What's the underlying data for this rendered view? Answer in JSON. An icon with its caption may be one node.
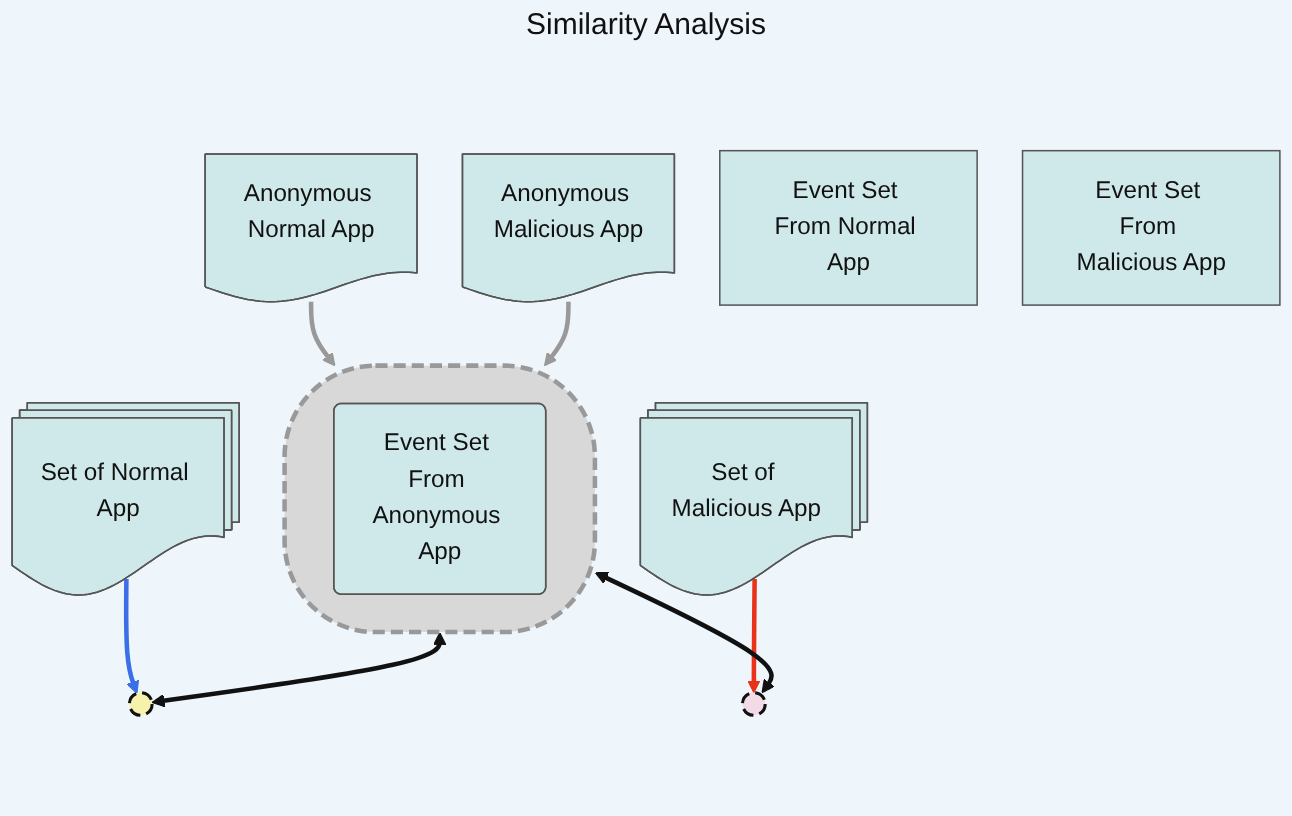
{
  "diagram": {
    "nodes": [
      {
        "text": [
          "Anonymous Normal App"
        ]
      },
      {
        "text": [],
        "shape": "ellipse"
      },
      {
        "text": [
          "Event Set From Anonymous App"
        ],
        "in": 1
      },
      {
        "text": [
          "Anonymous Malicious App"
        ]
      },
      {
        "text": [],
        "shape": "ellipse"
      },
      {
        "text": [
          "Event Set From Normal App"
        ]
      },
      {
        "text": [],
        "shape": "ellipse"
      },
      {
        "text": [
          "Event Set From Malicious App"
        ]
      },
      {
        "text": [
          "Set of Normal App"
        ]
      },
      {
        "text": [
          "Set of Malicious App"
        ]
      }
    ],
    "edges": [
      {
        "from": 0,
        "to": 1,
        "arrow": "to",
        "color": "#999999"
      },
      {
        "from": 3,
        "to": 1,
        "arrow": "to",
        "color": "#999999"
      },
      {
        "from": 1,
        "to": 4,
        "arrow": "both",
        "color": "#111111"
      },
      {
        "from": 1,
        "to": 6,
        "arrow": "both",
        "color": "#111111"
      },
      {
        "from": 8,
        "to": 4,
        "arrow": "to",
        "color": "#3b6fe6"
      },
      {
        "from": 9,
        "to": 6,
        "arrow": "to",
        "color": "#e8321a"
      }
    ],
    "labels": [
      "Similarity Analysis"
    ]
  }
}
